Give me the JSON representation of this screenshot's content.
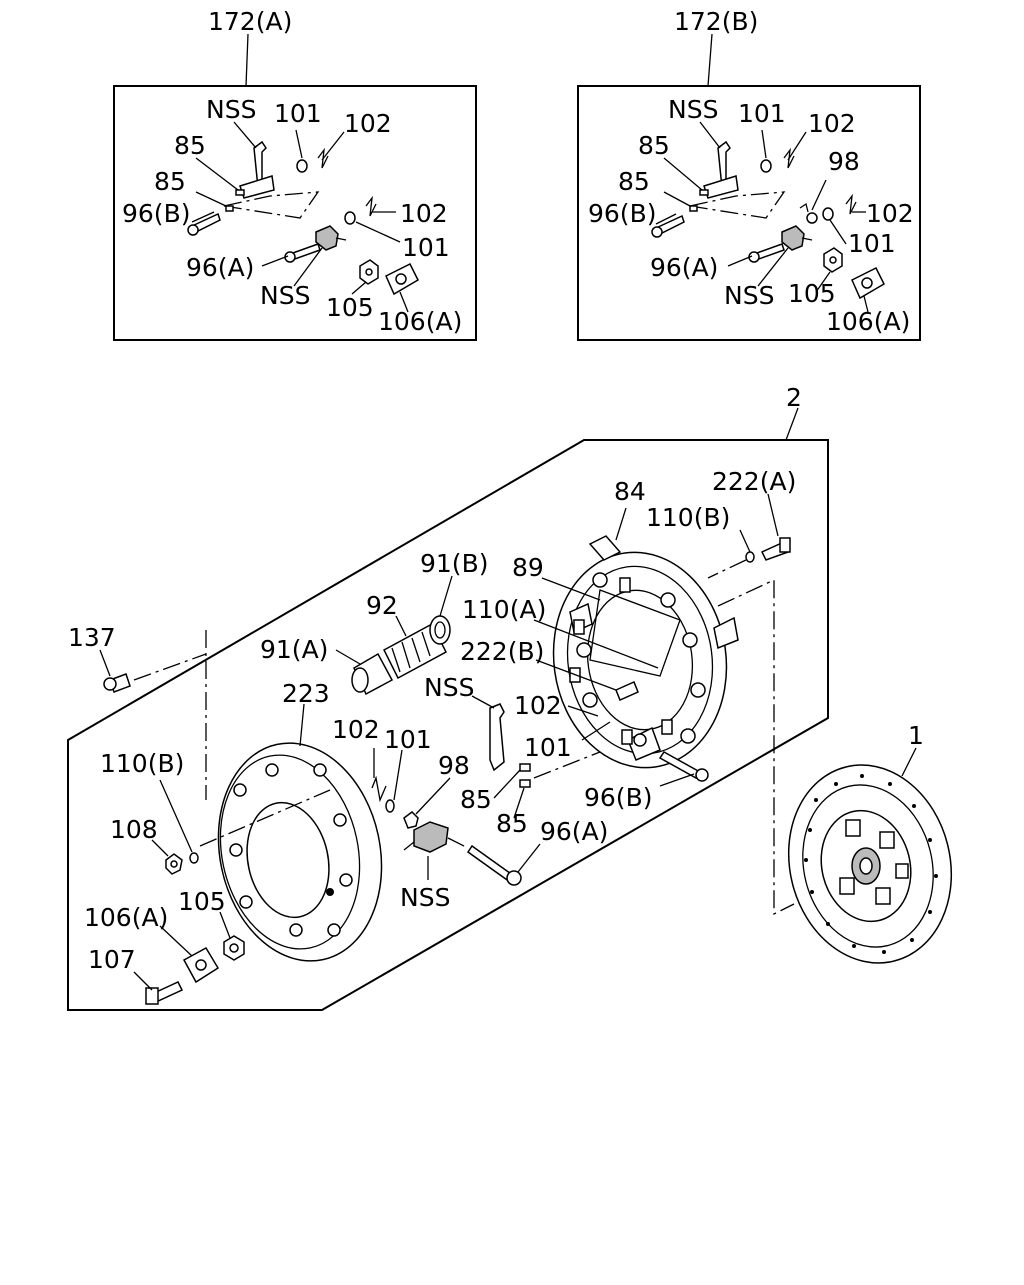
{
  "labels": {
    "a_title": "172(A)",
    "b_title": "172(B)",
    "main_title": "2",
    "l_nss": "NSS",
    "l_85": "85",
    "l_96a": "96(A)",
    "l_96b": "96(B)",
    "l_98": "98",
    "l_101": "101",
    "l_102": "102",
    "l_105": "105",
    "l_106a": "106(A)",
    "l_84": "84",
    "l_89": "89",
    "l_91a": "91(A)",
    "l_91b": "91(B)",
    "l_92": "92",
    "l_110a": "110(A)",
    "l_110b": "110(B)",
    "l_222a": "222(A)",
    "l_222b": "222(B)",
    "l_137": "137",
    "l_223": "223",
    "l_108": "108",
    "l_107": "107",
    "l_1": "1"
  }
}
